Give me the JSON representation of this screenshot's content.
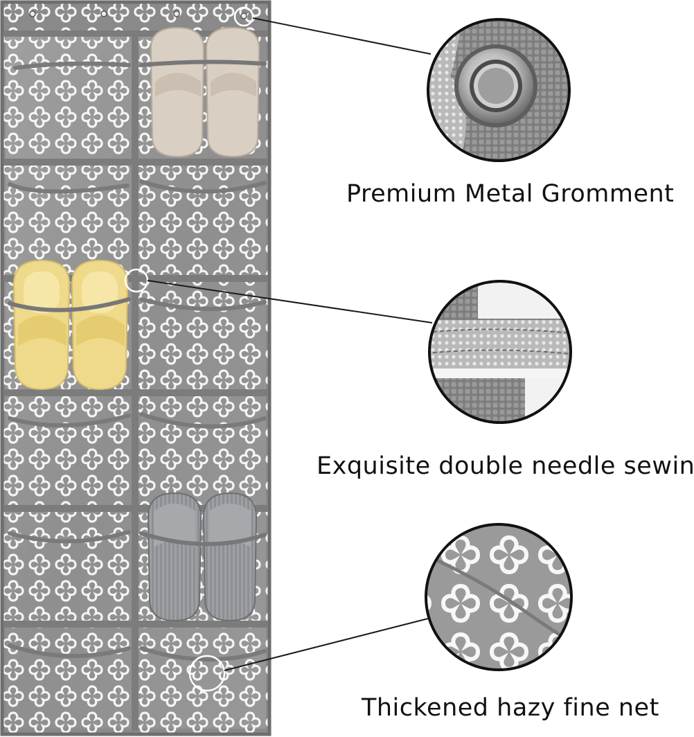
{
  "features": [
    {
      "id": "grommet",
      "label": "Premium Metal Gromment"
    },
    {
      "id": "sewing",
      "label": "Exquisite double needle sewing"
    },
    {
      "id": "net",
      "label": "Thickened hazy fine net"
    }
  ],
  "colors": {
    "fabric": "#8a8a8a",
    "pattern": "#f4f4f4",
    "band": "#7c7c7c",
    "border": "#6e6e6e",
    "callout_line": "#1a1a1a",
    "slipper_beige": "#d9cfc3",
    "slipper_yellow": "#efd98a",
    "slipper_gray": "#8d8f93"
  },
  "icons": [
    "grommet-zoom",
    "sewing-zoom",
    "net-zoom",
    "shoe-pair"
  ]
}
